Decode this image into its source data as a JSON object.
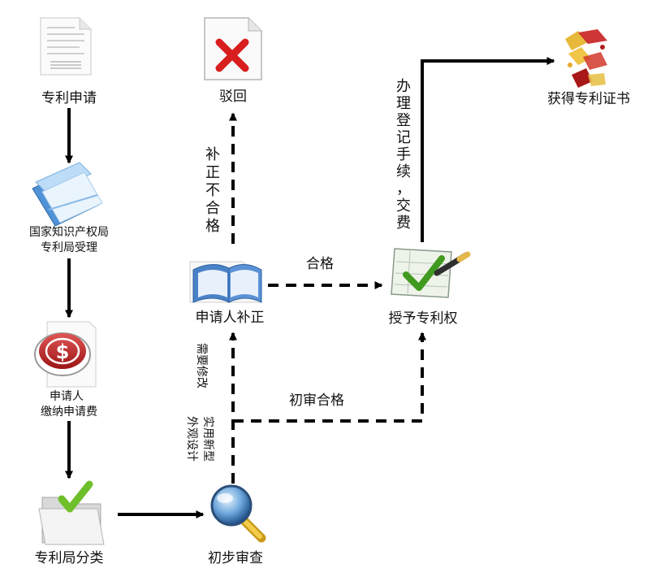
{
  "nodes": {
    "apply": "专利申请",
    "office_line1": "国家知识产权局",
    "office_line2": "专利局受理",
    "fee_line1": "申请人",
    "fee_line2": "缴纳申请费",
    "classify": "专利局分类",
    "prelim": "初步审查",
    "correction": "申请人补正",
    "reject": "驳回",
    "grant": "授予专利权",
    "certificate": "获得专利证书"
  },
  "edges": {
    "correction_failed": [
      "补",
      "正",
      "不",
      "合",
      "格"
    ],
    "needs_revision": "需要修改",
    "utility_model": "实用新型",
    "design": "外观设计",
    "qualified": "合格",
    "prelim_qualified": "初审合格",
    "register_fee": [
      "办",
      "理",
      "登",
      "记",
      "手",
      "续",
      "，",
      "交",
      "费"
    ]
  },
  "icons": {
    "document": "document-icon",
    "folder": "blue-folder-icon",
    "dollar": "dollar-coin-icon",
    "sort": "sort-folder-icon",
    "search": "magnifier-icon",
    "book": "open-book-icon",
    "reject": "rejected-file-icon",
    "check": "checklist-icon",
    "certificate": "certificate-icon"
  }
}
